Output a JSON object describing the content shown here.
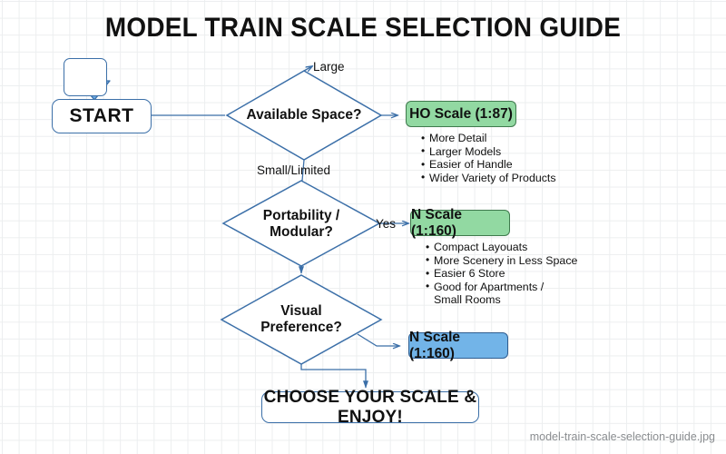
{
  "page": {
    "title": "MODEL TRAIN SCALE SELECTION GUIDE",
    "caption": "model-train-scale-selection-guide.jpg",
    "background": "#ffffff",
    "grid_color": "#eceeef"
  },
  "colors": {
    "connector": "#3b6fa8",
    "node_border_blue": "#3b6fa8",
    "result_green_fill": "#92d9a2",
    "result_green_border": "#3f7a4d",
    "result_blue_fill": "#72b4e8",
    "result_blue_border": "#2f5d90",
    "text": "#111111",
    "caption_text": "#8a8d90"
  },
  "icons": {
    "start_icon": "download-arrow-icon"
  },
  "nodes": {
    "start": {
      "label": "START"
    },
    "decision_1": {
      "label": "Available Space?"
    },
    "decision_2": {
      "label": "Portability /\nModular?"
    },
    "decision_3": {
      "label": "Visual\nPreference?"
    },
    "end": {
      "label": "CHOOSE YOUR SCALE & ENJOY!"
    }
  },
  "results": {
    "ho_scale": {
      "label": "HO Scale (1:87)",
      "bullets": [
        "More Detail",
        "Larger Models",
        "Easier of Handle",
        "Wider Variety of Products"
      ]
    },
    "n_scale_green": {
      "label": "N Scale (1:160)",
      "bullets": [
        "Compact Layouats",
        "More Scenery in Less Space",
        "Easier 6 Store",
        "Good for Apartments /\nSmall Rooms"
      ]
    },
    "n_scale_blue": {
      "label": "N Scale (1:160)"
    }
  },
  "edge_labels": {
    "large": "Large",
    "small_limited": "Small/Limited",
    "yes": "Yes"
  }
}
